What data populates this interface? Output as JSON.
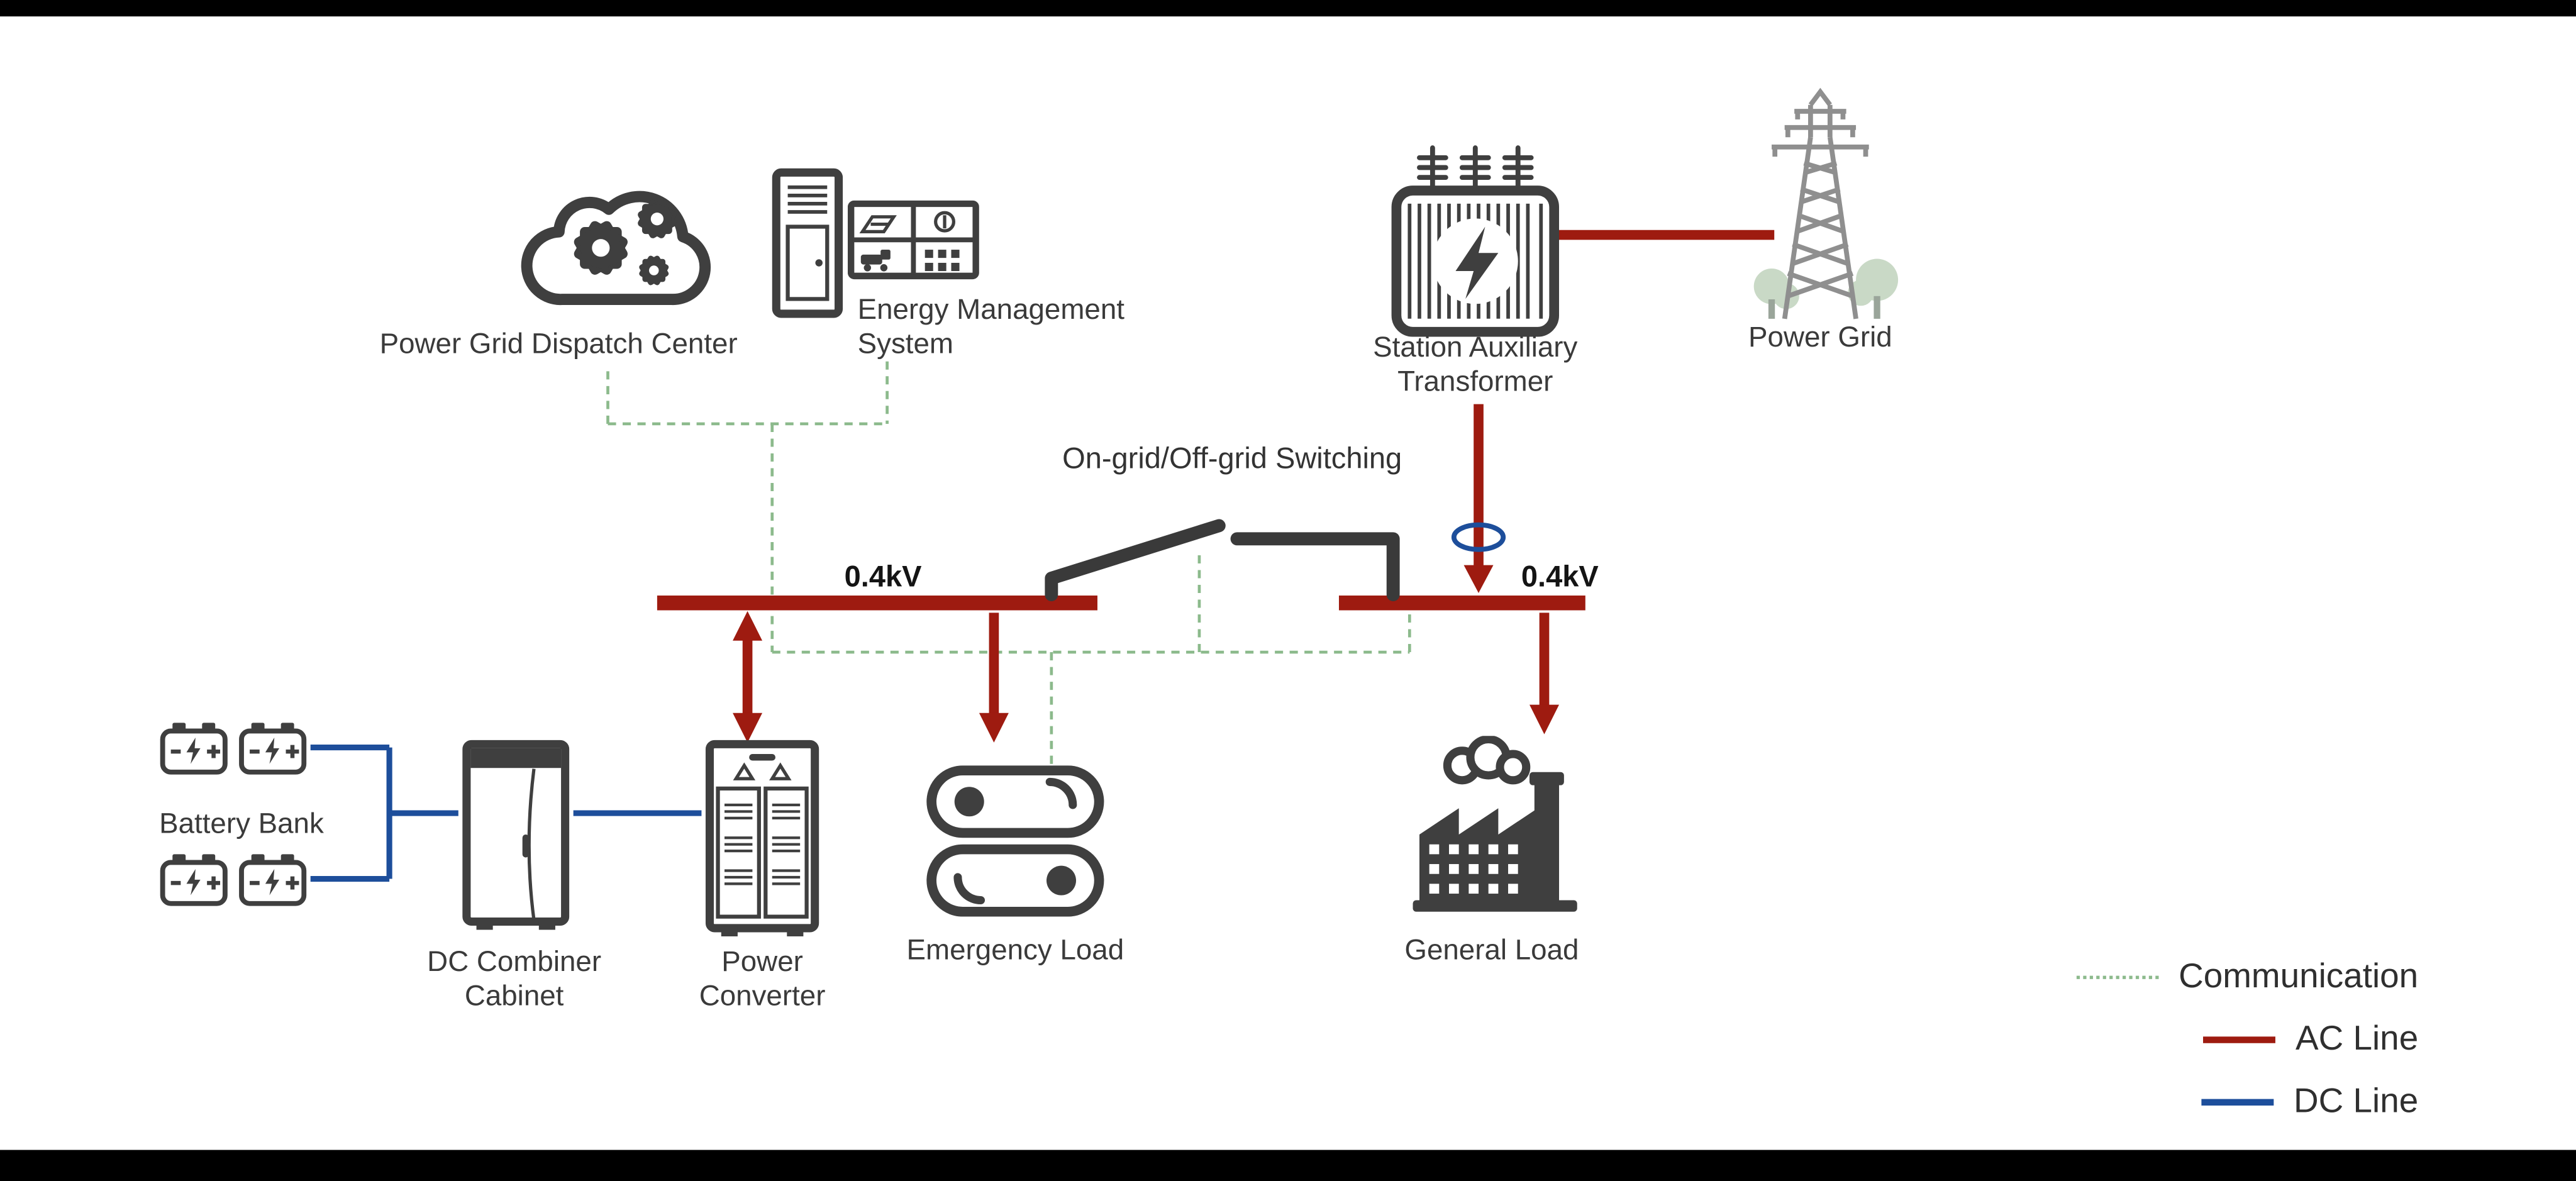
{
  "colors": {
    "ac": "#9e1b10",
    "dc": "#1d4e9b",
    "comm": "#8cba8c",
    "ink": "#3f3f3f",
    "tower": "#8f8f8f",
    "tree": "#c9d9c6",
    "bar": "#000000"
  },
  "nodes": {
    "dispatch_center": {
      "label": "Power Grid Dispatch Center"
    },
    "ems": {
      "label": "Energy Management\nSystem"
    },
    "station_transformer": {
      "label": "Station Auxiliary\nTransformer"
    },
    "power_grid": {
      "label": "Power Grid"
    },
    "switching": {
      "label": "On-grid/Off-grid Switching"
    },
    "bus_left": {
      "label": "0.4kV"
    },
    "bus_right": {
      "label": "0.4kV"
    },
    "battery_bank": {
      "label": "Battery Bank"
    },
    "dc_combiner": {
      "label": "DC Combiner\nCabinet"
    },
    "power_converter": {
      "label": "Power\nConverter"
    },
    "emergency_load": {
      "label": "Emergency Load"
    },
    "general_load": {
      "label": "General Load"
    }
  },
  "legend": {
    "items": [
      {
        "label": "Communication",
        "style": "dashed-green"
      },
      {
        "label": "AC Line",
        "style": "solid-red"
      },
      {
        "label": "DC Line",
        "style": "solid-blue"
      }
    ]
  }
}
